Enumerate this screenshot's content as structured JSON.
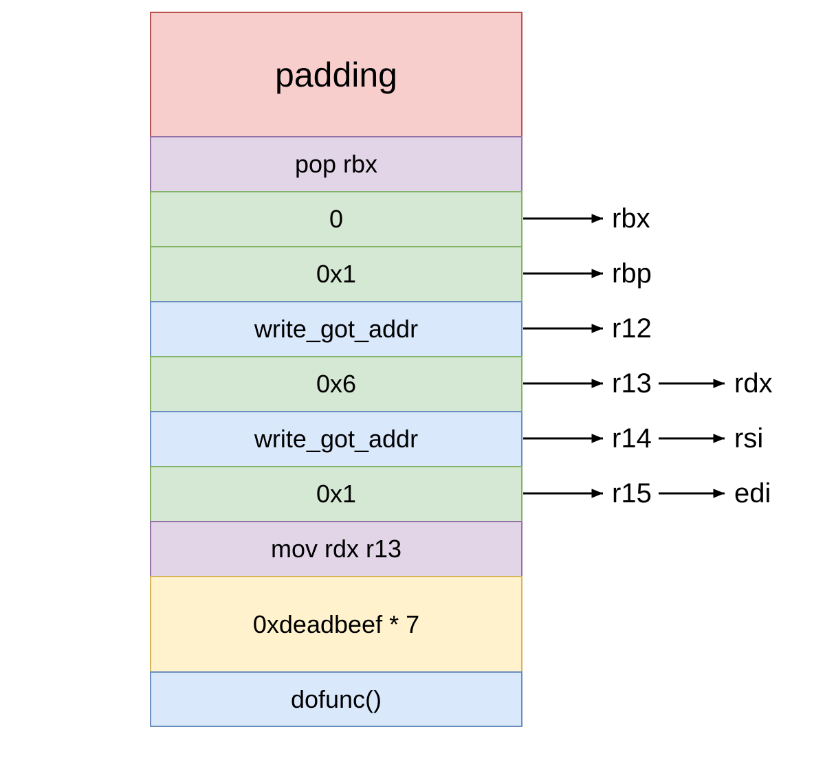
{
  "diagram": {
    "type": "rop-chain-stack-layout",
    "colors": {
      "background": "#ffffff",
      "red_fill": "#f8cecc",
      "red_stroke": "#b85450",
      "purple_fill": "#e1d5e7",
      "purple_stroke": "#9673a6",
      "green_fill": "#d5e8d4",
      "green_stroke": "#82b366",
      "blue_fill": "#dae8fc",
      "blue_stroke": "#6c8ebf",
      "yellow_fill": "#fff2cc",
      "yellow_stroke": "#d6b656",
      "arrow": "#000000",
      "text": "#000000"
    },
    "stack": {
      "rows": [
        {
          "label": "padding",
          "color": "red"
        },
        {
          "label": "pop rbx",
          "color": "purple"
        },
        {
          "label": "0",
          "color": "green",
          "register": "rbx"
        },
        {
          "label": "0x1",
          "color": "green",
          "register": "rbp"
        },
        {
          "label": "write_got_addr",
          "color": "blue",
          "register": "r12"
        },
        {
          "label": "0x6",
          "color": "green",
          "register": "r13",
          "register2": "rdx"
        },
        {
          "label": "write_got_addr",
          "color": "blue",
          "register": "r14",
          "register2": "rsi"
        },
        {
          "label": "0x1",
          "color": "green",
          "register": "r15",
          "register2": "edi"
        },
        {
          "label": "mov rdx r13",
          "color": "purple"
        },
        {
          "label": "0xdeadbeef * 7",
          "color": "yellow"
        },
        {
          "label": "dofunc()",
          "color": "blue"
        }
      ]
    }
  }
}
